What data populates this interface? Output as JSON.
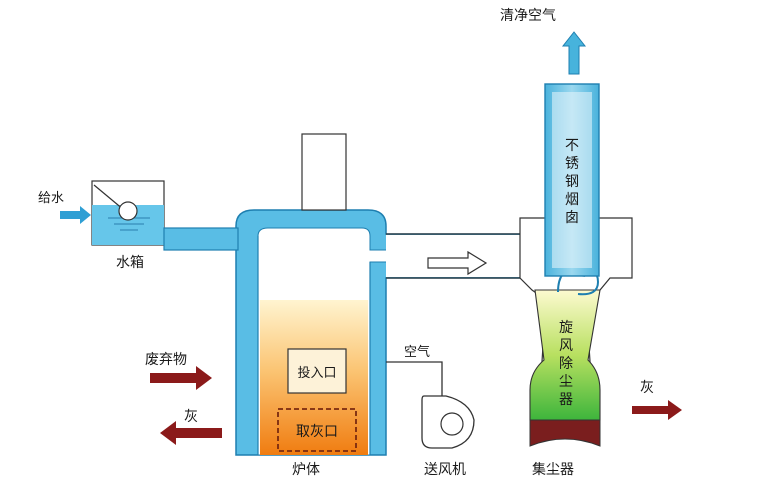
{
  "labels": {
    "clean_air": "清净空气",
    "water_supply": "给水",
    "water_tank": "水箱",
    "stainless_chimney": "不锈钢烟囱",
    "fan_dust": "旋风除尘器",
    "waste": "废弃物",
    "ash_left": "灰",
    "feed_port": "投入口",
    "ash_port": "取灰口",
    "air": "空气",
    "ash_right": "灰",
    "furnace": "炉体",
    "blower": "送风机",
    "dust_collector": "集尘器"
  },
  "colors": {
    "wall": "#5bc0e6",
    "wall_stroke": "#1e7fb0",
    "arrow_dark": "#8b1a1a",
    "fire_top": "#fff3c8",
    "fire_bottom": "#f07c10",
    "cyclone_top": "#fdf7b0",
    "cyclone_bottom": "#2fae3a",
    "collector_base": "#7a1e1e"
  }
}
